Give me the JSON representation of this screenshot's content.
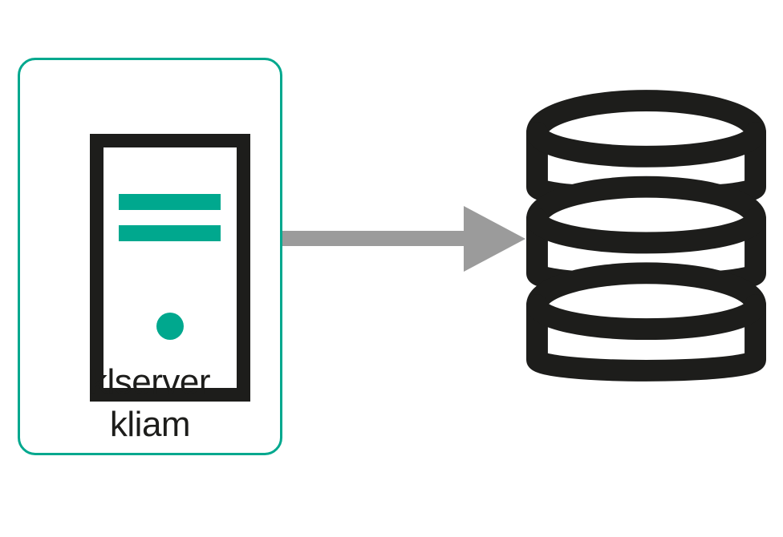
{
  "diagram": {
    "background": "#FFFFFF",
    "colors": {
      "teal": "#00A88E",
      "ink": "#1D1D1B",
      "gray": "#9B9B9B",
      "bg": "#FFFFFF"
    },
    "nodes": {
      "server": {
        "type": "administration-server",
        "icon": "server-tower-icon",
        "label_line1": "klserver",
        "label_line2": "kliam",
        "accents": [
          "led-bar",
          "led-bar",
          "power-dot"
        ]
      },
      "database": {
        "type": "database",
        "icon": "database-stack-icon",
        "label": ""
      }
    },
    "edges": [
      {
        "from": "server",
        "to": "database",
        "style": "solid",
        "arrowhead": "triangle-right"
      }
    ]
  }
}
